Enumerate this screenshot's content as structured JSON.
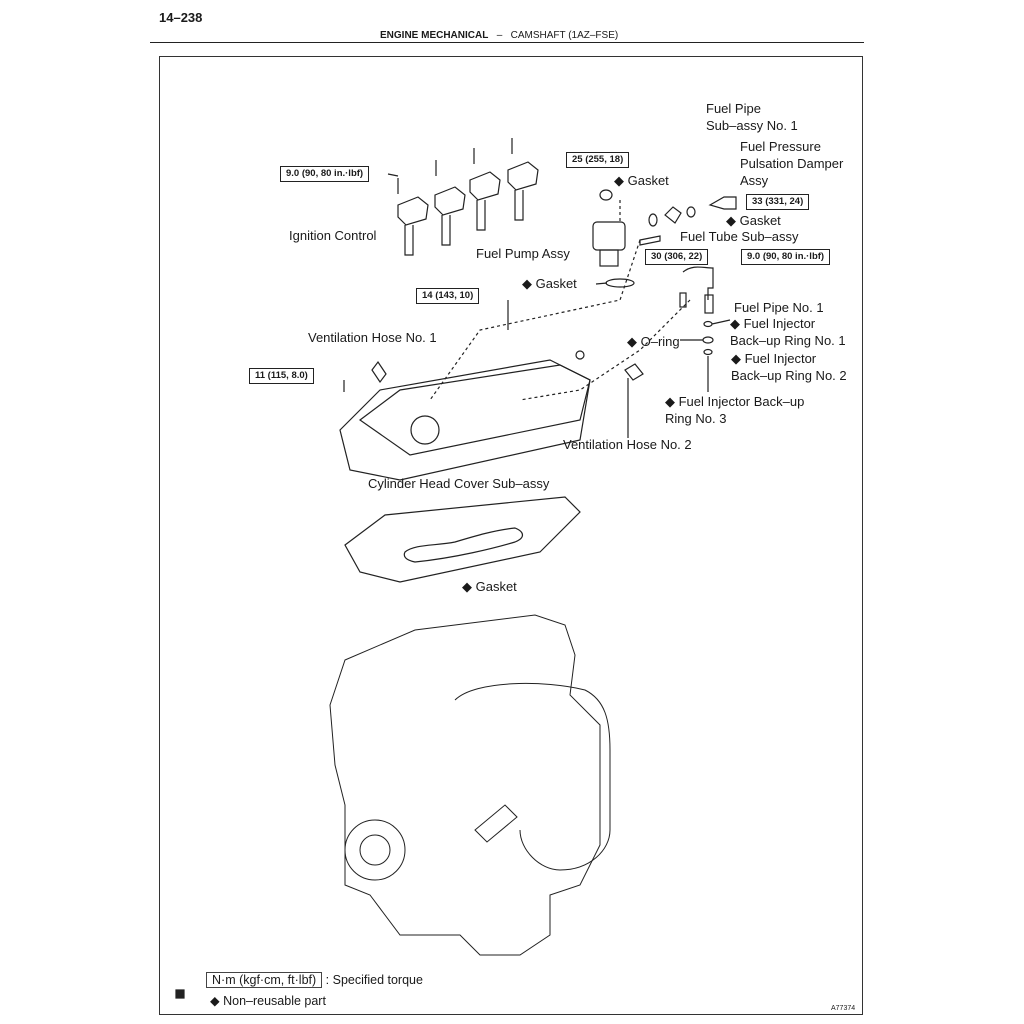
{
  "header": {
    "page_number": "14–238",
    "section": "ENGINE MECHANICAL",
    "separator": "–",
    "subsection": "CAMSHAFT (1AZ–FSE)"
  },
  "labels": {
    "fuel_pipe_sub_assy_1": [
      "Fuel Pipe",
      "Sub–assy No. 1"
    ],
    "fuel_pressure_damper": [
      "Fuel Pressure",
      "Pulsation Damper",
      "Assy"
    ],
    "gasket_pump_top": "◆ Gasket",
    "gasket_damper": "◆ Gasket",
    "fuel_tube": "Fuel Tube Sub–assy",
    "ignition_control": "Ignition Control",
    "fuel_pump": "Fuel Pump Assy",
    "gasket_pump_bottom": "◆ Gasket",
    "fuel_pipe_1": "Fuel Pipe No. 1",
    "injector_ring_1": [
      "◆ Fuel Injector",
      "Back–up Ring No. 1"
    ],
    "vent_hose_1": "Ventilation Hose No. 1",
    "o_ring": "◆ O–ring",
    "injector_ring_2": [
      "◆ Fuel Injector",
      "Back–up Ring No. 2"
    ],
    "injector_ring_3": [
      "◆ Fuel Injector Back–up",
      "Ring No. 3"
    ],
    "vent_hose_2": "Ventilation Hose No. 2",
    "head_cover": "Cylinder Head Cover Sub–assy",
    "head_gasket": "◆ Gasket"
  },
  "torques": {
    "ignition_bolt": "9.0 (90, 80 in.·lbf)",
    "pump_nut": "25 (255, 18)",
    "damper": "33 (331, 24)",
    "pipe_union": "30 (306, 22)",
    "pipe_bolt": "9.0 (90, 80 in.·lbf)",
    "cover_bolt_14": "14 (143, 10)",
    "cover_bolt_11": "11 (115, 8.0)"
  },
  "legend": {
    "torque_unit": "N·m (kgf·cm, ft·lbf)",
    "torque_desc": ": Specified torque",
    "nonreusable": "◆ Non–reusable part",
    "figure_id": "A77374"
  }
}
